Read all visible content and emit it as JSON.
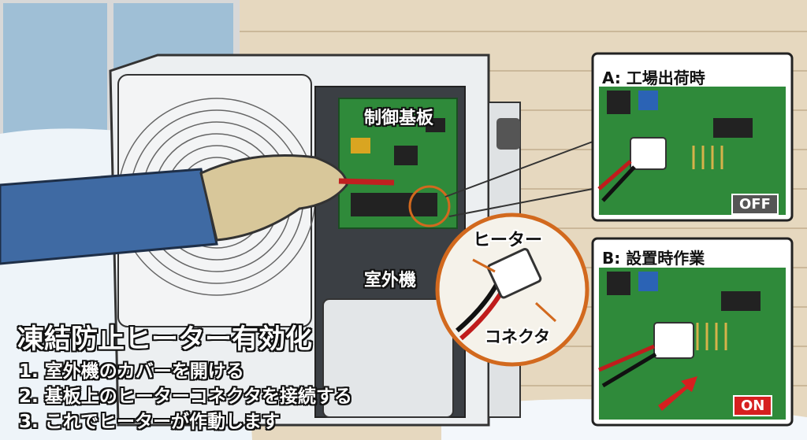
{
  "title": "凍結防止ヒーター有効化",
  "steps": [
    "1. 室外機のカバーを開ける",
    "2. 基板上のヒーターコネクタを接続する",
    "3. これでヒーターが作動します"
  ],
  "labels": {
    "control_board": "制御基板",
    "outdoor_unit": "室外機",
    "heater": "ヒーター",
    "connector": "コネクタ"
  },
  "panel_a": {
    "title": "A: 工場出荷時",
    "state": "OFF"
  },
  "panel_b": {
    "title": "B: 設置時作業",
    "state": "ON"
  },
  "colors": {
    "accent_orange": "#d2691e",
    "on_red": "#d61f1f",
    "pcb_green": "#2f8a3a",
    "wall": "#e9dcc4"
  }
}
